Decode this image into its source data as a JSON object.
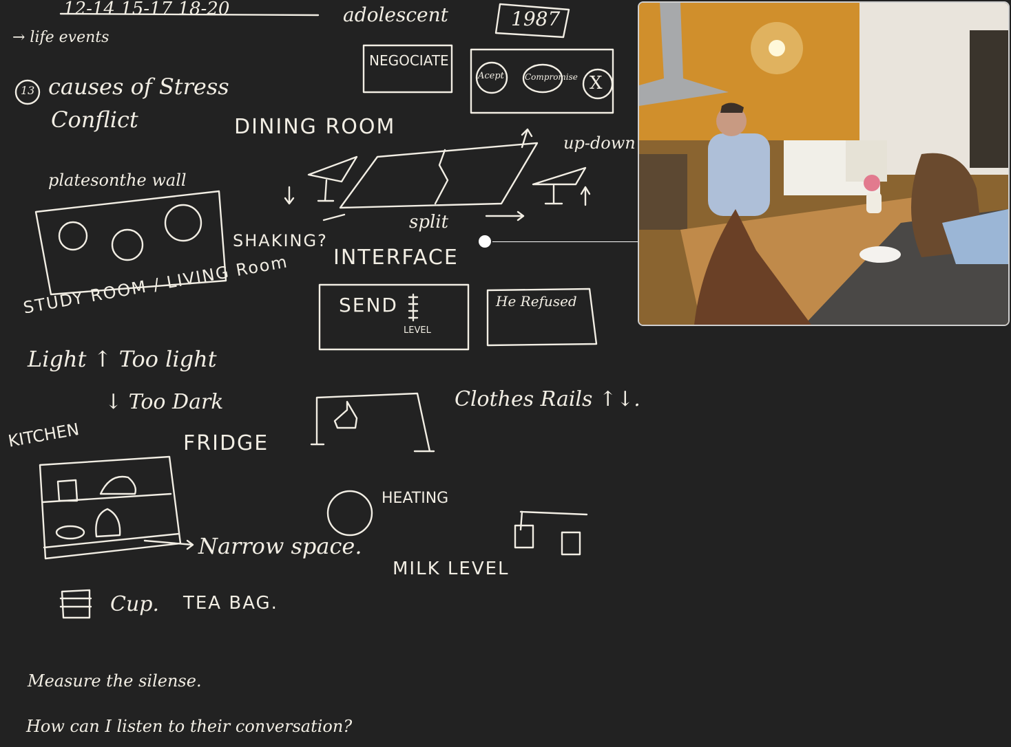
{
  "notes": {
    "ages": "12-14   15-17   18-20",
    "adolescent": "adolescent",
    "year": "1987",
    "life_events": "→ life events",
    "negotiate": "NEGOCIATE",
    "accept": "Acept",
    "compromise": "Compromise",
    "reject": "X",
    "causes_num": "13",
    "causes": "causes of Stress",
    "conflict": "Conflict",
    "dining_room": "DINING ROOM",
    "up_down": "up-down",
    "plates": "platesonthe wall",
    "shaking": "SHAKING?",
    "split": "split",
    "interface": "INTERFACE",
    "send": "SEND",
    "level": "LEVEL",
    "he_refused": "He Refused",
    "study_room": "STUDY ROOM / LIVING Room",
    "light": "Light ↑ Too light",
    "too_dark": "↓ Too Dark",
    "kitchen": "KITCHEN",
    "fridge": "FRIDGE",
    "clothes": "Clothes Rails ↑↓.",
    "narrow": "Narrow space.",
    "heating": "HEATING",
    "milk_level": "MILK LEVEL",
    "cup": "Cup.",
    "teabag": "TEA BAG.",
    "measure": "Measure the silense.",
    "listen": "How can I listen to their conversation?"
  },
  "photo": {
    "description_icon": "kitchen-photo"
  },
  "colors": {
    "background": "#222222",
    "ink": "#f2eee4",
    "connector": "#ffffff"
  }
}
